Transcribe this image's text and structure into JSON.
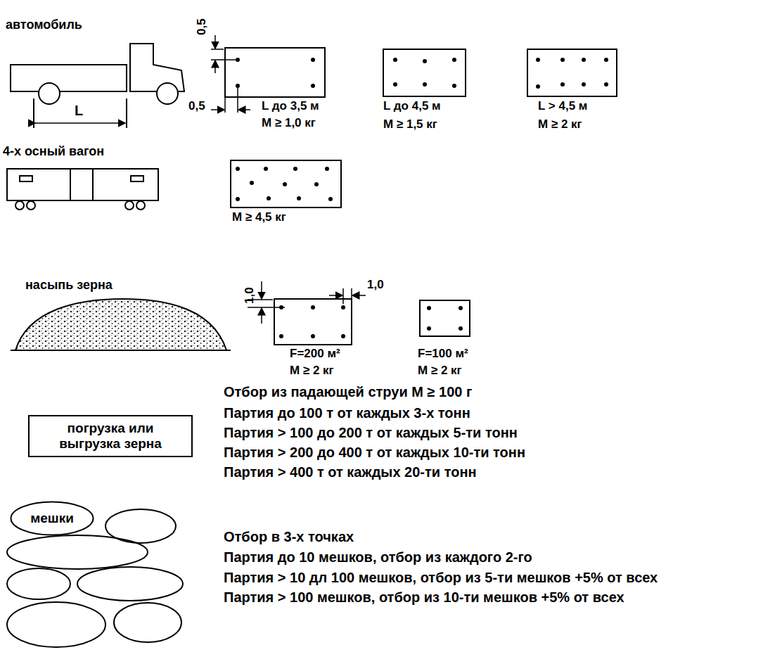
{
  "diagram": {
    "nodes": [
      {
        "text": [
          "погрузка или выгрузка зерна"
        ]
      },
      {
        "text": [
          "мешки"
        ]
      }
    ],
    "labels": [
      "автомобиль",
      "0,5",
      "0,5",
      "L",
      "L до 3,5 м",
      "М ≥ 1,0 кг",
      "L до 4,5 м",
      "М ≥ 1,5 кг",
      "L > 4,5 м",
      "М ≥ 2 кг",
      "4-х осный вагон",
      "М ≥ 4,5 кг",
      "насыпь зерна",
      "1,0",
      "1,0",
      "F=200 м²",
      "М ≥ 2 кг",
      "F=100 м²",
      "М ≥ 2 кг",
      "Отбор из падающей струи М ≥ 100 г",
      "Партия до 100 т от каждых 3-х тонн",
      "Партия > 100 до 200 т от каждых 5-ти тонн",
      "Партия > 200 до 400 т от каждых 10-ти тонн",
      "Партия > 400 т от каждых 20-ти тонн",
      "Отбор в 3-х точках",
      "Партия до 10 мешков, отбор из каждого 2-го",
      "Партия > 10 дл 100 мешков, отбор из 5-ти мешков +5% от всех",
      "Партия > 100 мешков, отбор из 10-ти мешков +5% от всех"
    ]
  }
}
